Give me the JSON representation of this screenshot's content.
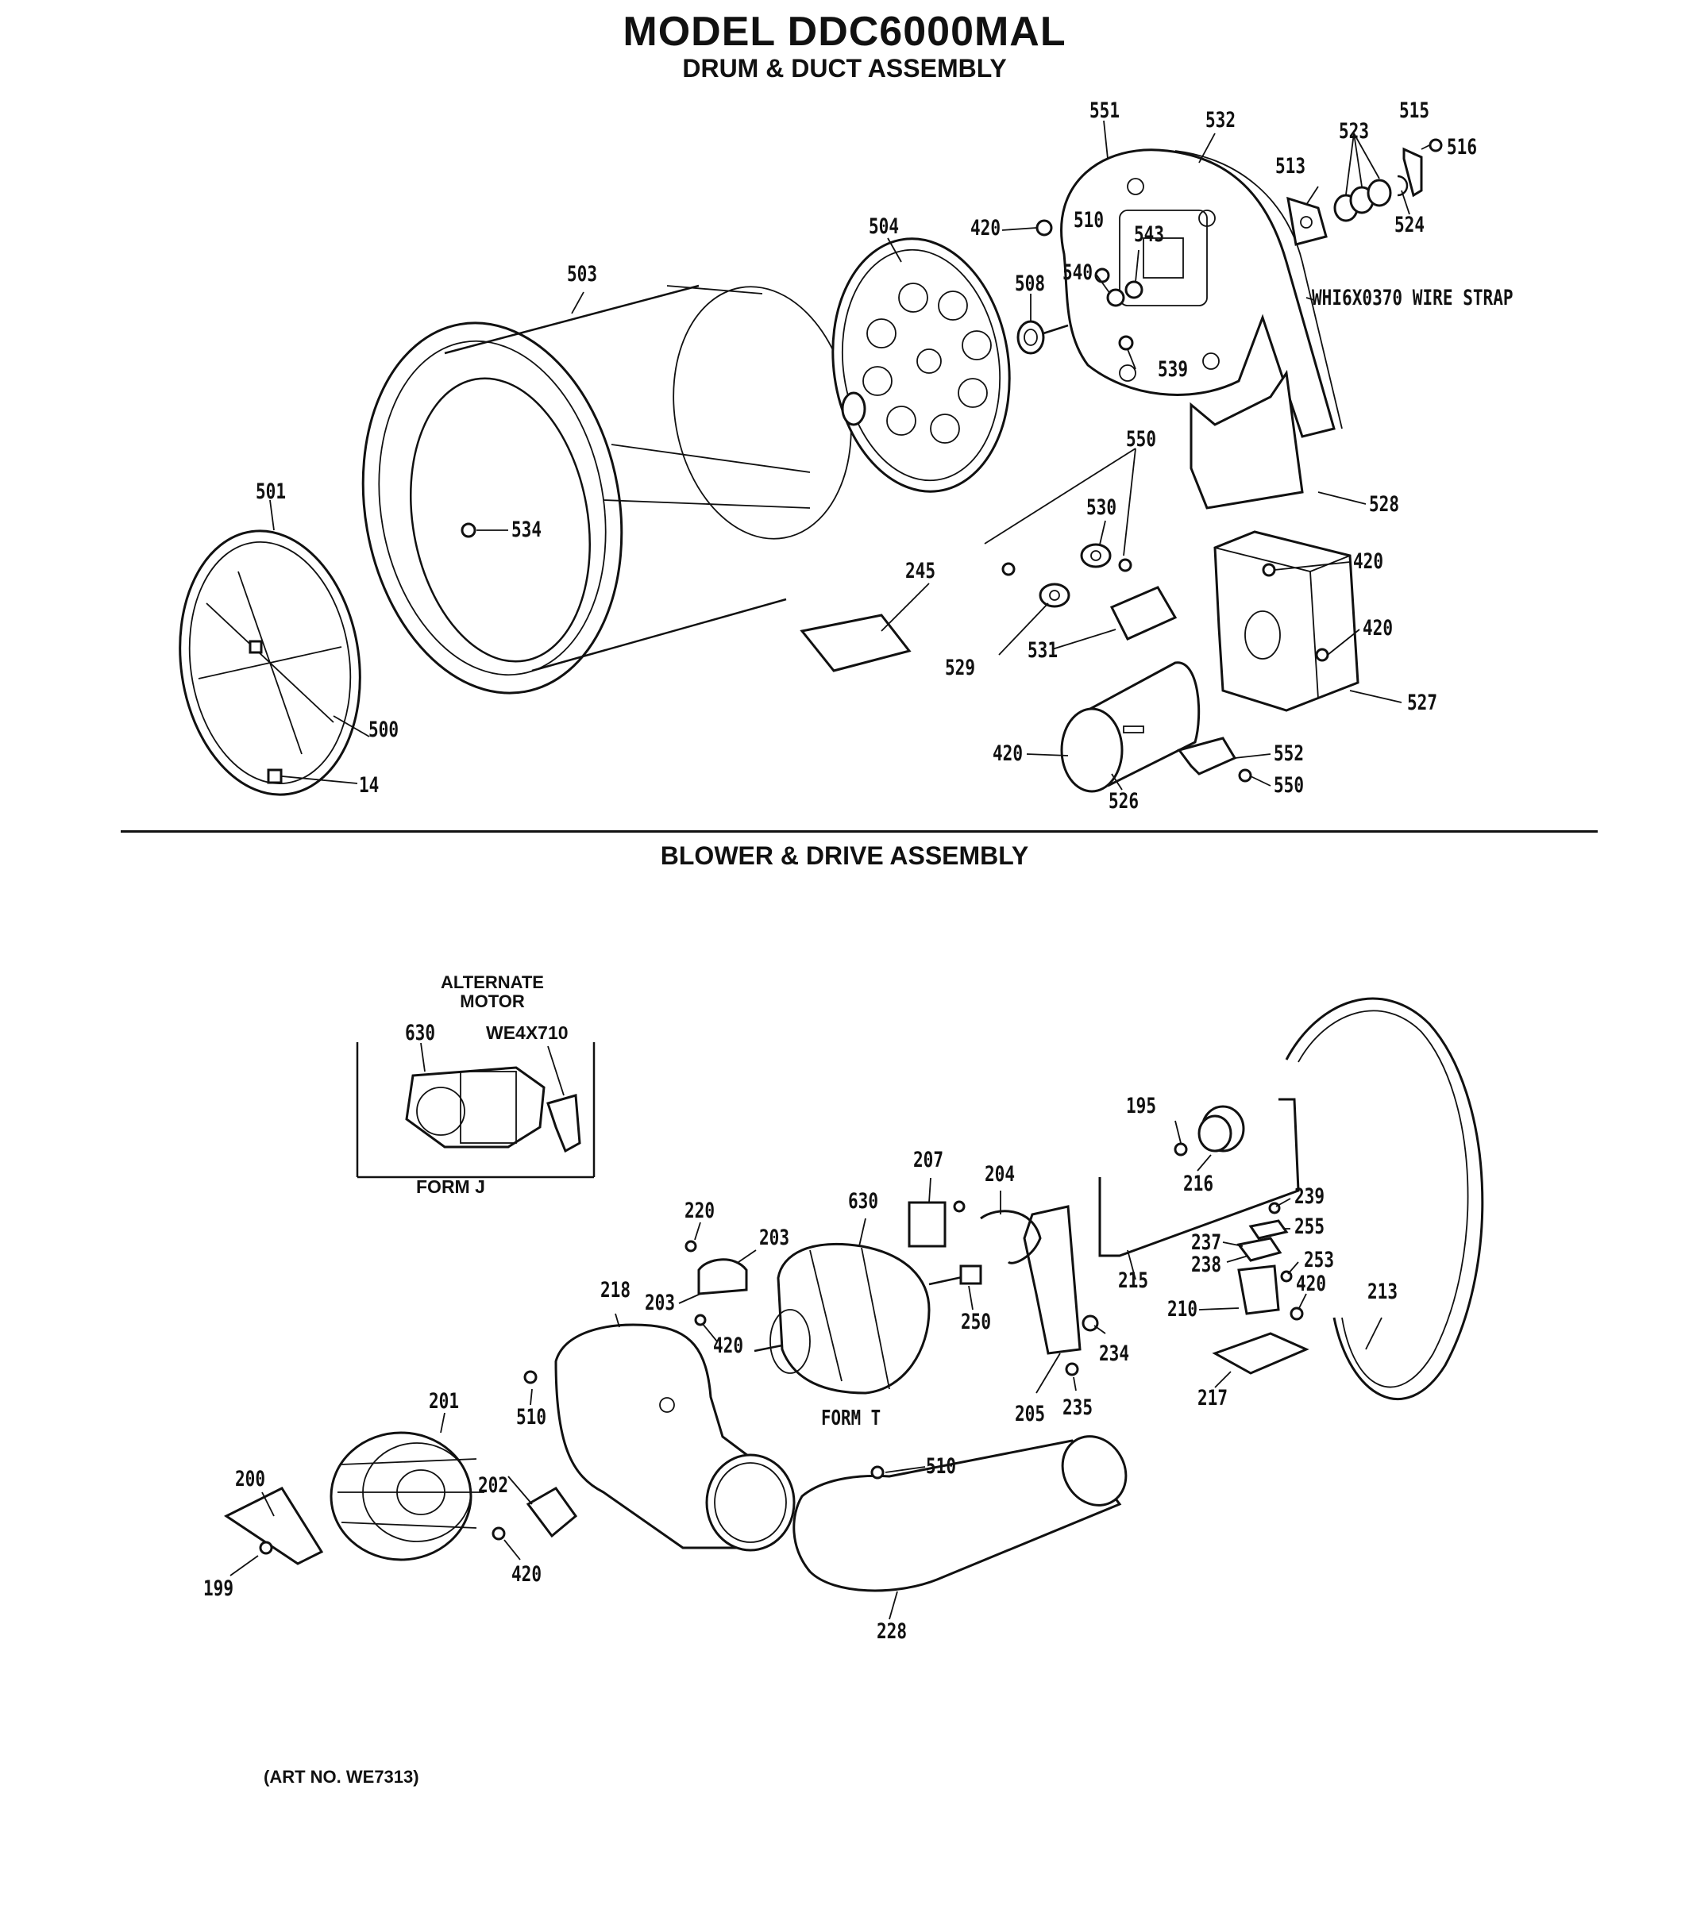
{
  "header": {
    "title": "MODEL DDC6000MAL",
    "subtitle": "DRUM & DUCT ASSEMBLY"
  },
  "section2_title": "BLOWER & DRIVE ASSEMBLY",
  "alternate_motor": {
    "line1": "ALTERNATE",
    "line2": "MOTOR",
    "part": "630",
    "kit": "WE4X710",
    "form": "FORM J"
  },
  "form_t": "FORM T",
  "art_no": "(ART NO. WE7313)",
  "wire_strap": "WHI6X0370 WIRE STRAP",
  "labels": {
    "l551": "551",
    "l532": "532",
    "l515": "515",
    "l516": "516",
    "l523": "523",
    "l513": "513",
    "l524": "524",
    "l504": "504",
    "l420a": "420",
    "l510a": "510",
    "l543": "543",
    "l540": "540",
    "l508": "508",
    "l539": "539",
    "l503": "503",
    "l550a": "550",
    "l530": "530",
    "l528": "528",
    "l501": "501",
    "l534": "534",
    "l245": "245",
    "l420b": "420",
    "l420c": "420",
    "l529": "529",
    "l531": "531",
    "l527": "527",
    "l500": "500",
    "l420d": "420",
    "l552": "552",
    "l550b": "550",
    "l14": "14",
    "l526": "526",
    "l195": "195",
    "l216": "216",
    "l239": "239",
    "l255": "255",
    "l237": "237",
    "l238": "238",
    "l253": "253",
    "l420e": "420",
    "l213": "213",
    "l215": "215",
    "l210": "210",
    "l207": "207",
    "l204": "204",
    "l630": "630",
    "l220": "220",
    "l203a": "203",
    "l203b": "203",
    "l420f": "420",
    "l218": "218",
    "l250": "250",
    "l234": "234",
    "l205": "205",
    "l235": "235",
    "l217": "217",
    "l510b": "510",
    "l201": "201",
    "l510c": "510",
    "l200": "200",
    "l202": "202",
    "l199": "199",
    "l420g": "420",
    "l228": "228"
  }
}
